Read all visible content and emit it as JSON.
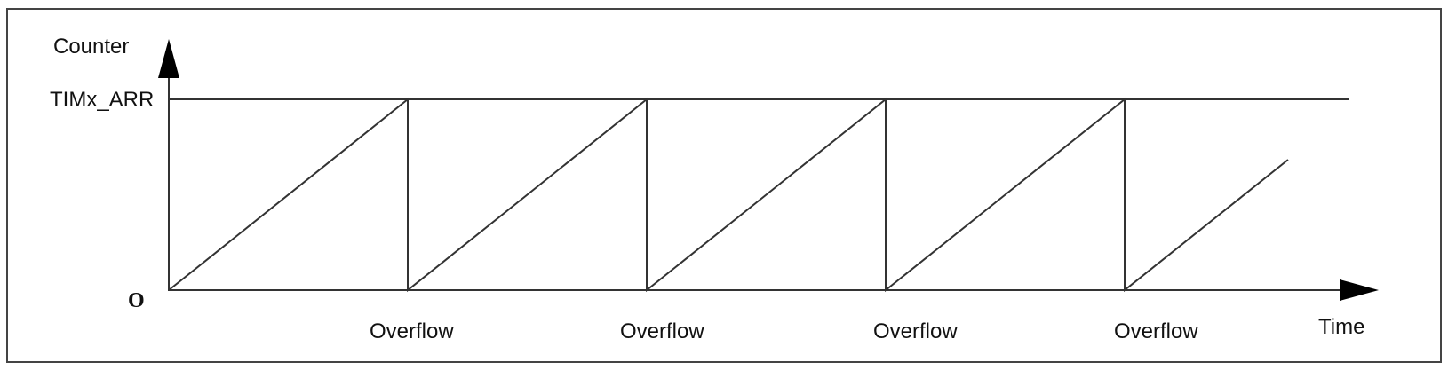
{
  "y_axis_label": "Counter",
  "x_axis_label": "Time",
  "y_top_label": "TIMx_ARR",
  "origin_label": "O",
  "overflow_label": "Overflow",
  "overflow_count": 4
}
